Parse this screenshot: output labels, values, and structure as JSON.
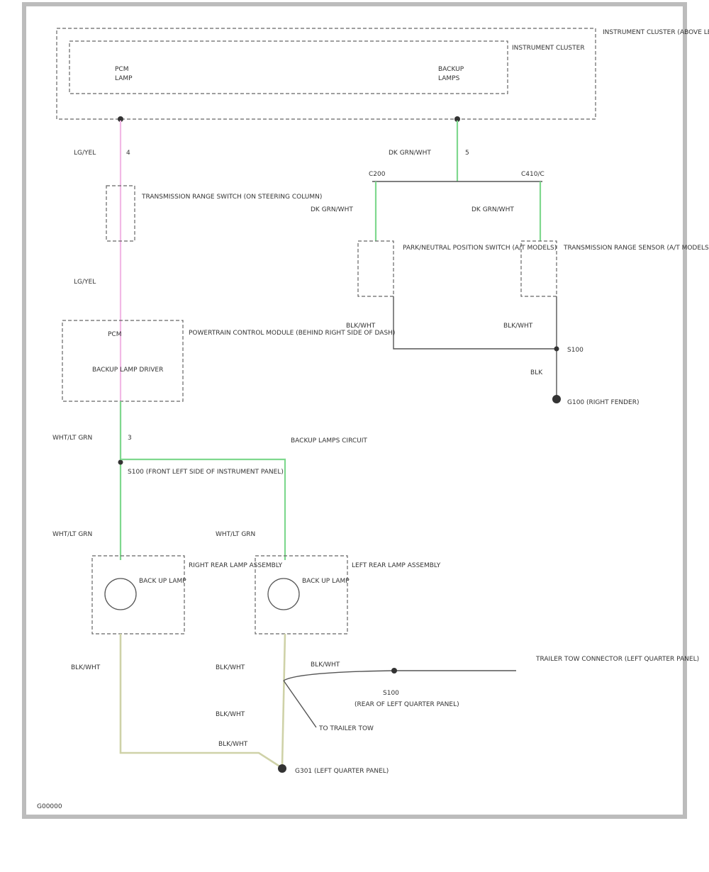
{
  "labels": {
    "module_top": "INSTRUMENT CLUSTER (ABOVE LEFT SIDE OF INSTRUMENT PANEL)",
    "top_left_a": "PCM",
    "top_left_b": "LAMP",
    "top_center_a": "BACKUP",
    "top_center_b": "LAMPS",
    "top_right_mod": "INSTRUMENT CLUSTER",
    "wire_a": "LG/YEL",
    "wire_a_tag": "4",
    "wire_b": "DK GRN/WHT",
    "wire_b_tag": "5",
    "conn_left": "C200",
    "conn_right": "C410/C",
    "sw_note_1": "TRANSMISSION RANGE SWITCH (ON STEERING COLUMN)",
    "wire_c": "DK GRN/WHT",
    "wire_d": "DK GRN/WHT",
    "sw_left": "PARK/NEUTRAL POSITION SWITCH (A/T MODELS)",
    "sw_right": "TRANSMISSION RANGE SENSOR (A/T MODELS)",
    "wire_e": "BLK/WHT",
    "wire_f": "BLK/WHT",
    "wire_lg": "LG/YEL",
    "splice_mid": "S100",
    "wire_blk": "BLK",
    "ground_right": "G100 (RIGHT FENDER)",
    "mod_left_a": "PCM",
    "mod_left_b": "BACKUP LAMP DRIVER",
    "mod_left_note": "POWERTRAIN CONTROL MODULE (BEHIND RIGHT SIDE OF DASH)",
    "wire_g": "WHT/LT GRN",
    "wire_g_tag": "3",
    "center_caption": "BACKUP LAMPS CIRCUIT",
    "splice_note": "S100 (FRONT LEFT SIDE OF INSTRUMENT PANEL)",
    "wire_h": "WHT/LT GRN",
    "wire_i": "WHT/LT GRN",
    "lamp_left_a": "BACK UP LAMP",
    "lamp_left_note": "RIGHT REAR LAMP ASSEMBLY",
    "lamp_right_a": "BACK UP LAMP",
    "lamp_right_note": "LEFT REAR LAMP ASSEMBLY",
    "wire_j": "BLK/WHT",
    "wire_k": "BLK/WHT",
    "wire_l": "BLK/WHT",
    "wire_m": "BLK/WHT",
    "wire_n": "BLK/WHT",
    "splice_s": "S100",
    "splice_s_note": "(REAR OF LEFT QUARTER PANEL)",
    "trailer_note": "TRAILER TOW CONNECTOR (LEFT QUARTER PANEL)",
    "to_trailer": "TO TRAILER TOW",
    "ground_bottom": "G301 (LEFT QUARTER PANEL)",
    "footer": "G00000"
  }
}
